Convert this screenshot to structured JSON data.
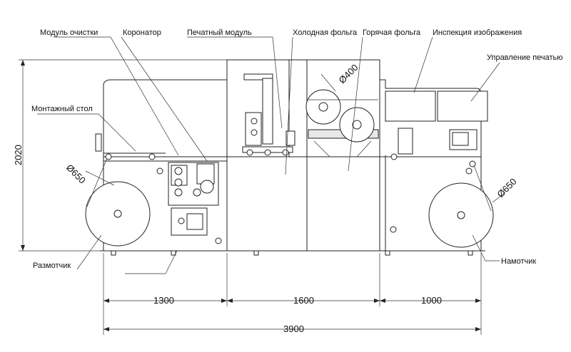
{
  "labels": {
    "cleaning_module": "Модуль очистки",
    "corona": "Коронатор",
    "print_module": "Печатный модуль",
    "cold_foil": "Холодная фольга",
    "hot_foil": "Горячая фольга",
    "inspection": "Инспекция изображения",
    "print_control": "Управление печатью",
    "mount_table": "Монтажный стол",
    "unwinder": "Размотчик",
    "rewinder": "Намотчик"
  },
  "dimensions": {
    "height": "2020",
    "roll_left": "Ø650",
    "roll_right": "Ø650",
    "foil_roll": "Ø400",
    "seg1": "1300",
    "seg2": "1600",
    "seg3": "1000",
    "total": "3900"
  }
}
